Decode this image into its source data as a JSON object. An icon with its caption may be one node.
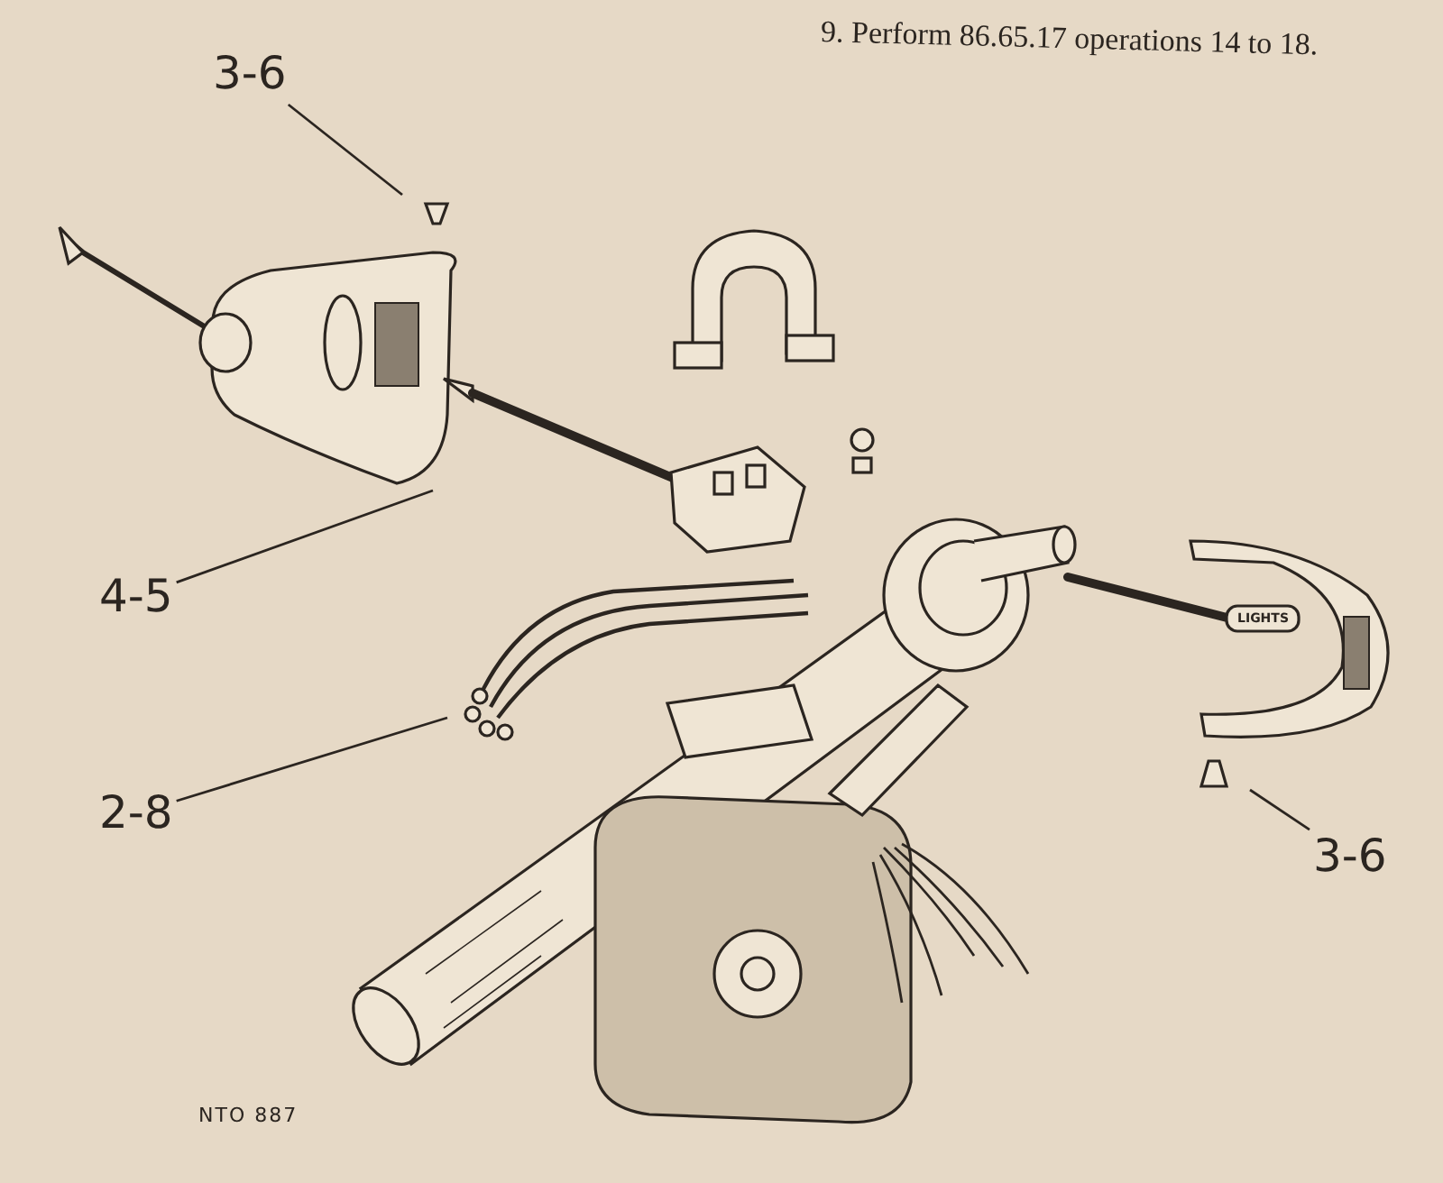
{
  "diagram": {
    "nodes": [
      {
        "text": [
          "3-6"
        ]
      },
      {
        "text": [],
        "shape": "picture"
      },
      {
        "text": [
          "4-5"
        ]
      },
      {
        "text": [],
        "shape": "picture"
      },
      {
        "text": [
          "2-8"
        ]
      },
      {
        "text": [],
        "shape": "picture"
      },
      {
        "text": [
          "3-6"
        ]
      },
      {
        "text": [],
        "shape": "picture"
      }
    ],
    "edges": [
      {
        "from": 0,
        "to": 1,
        "arrow": "none"
      },
      {
        "from": 2,
        "to": 3,
        "arrow": "none"
      },
      {
        "from": 4,
        "to": 5,
        "arrow": "none"
      },
      {
        "from": 6,
        "to": 7,
        "arrow": "none"
      }
    ],
    "labels": [
      "9. Perform 86.65.17 operations 14 to 18.",
      "LIGHTS",
      "NTO 887"
    ]
  }
}
